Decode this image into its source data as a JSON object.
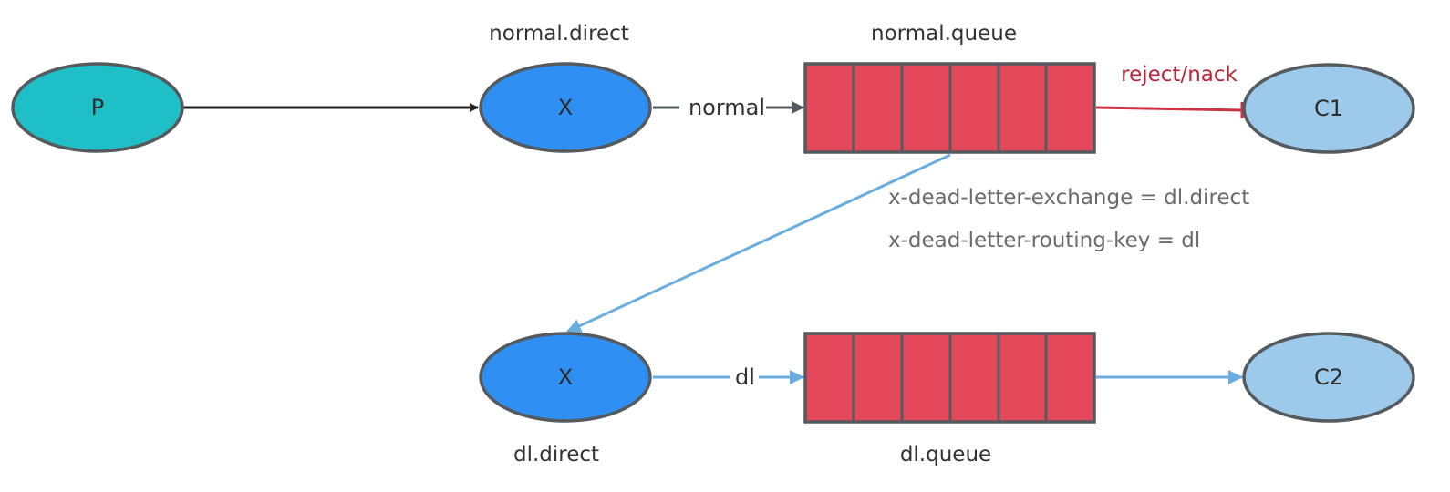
{
  "producer": {
    "label": "P"
  },
  "normal_exchange": {
    "label": "X",
    "caption": "normal.direct"
  },
  "normal_queue": {
    "caption": "normal.queue"
  },
  "consumer_1": {
    "label": "C1"
  },
  "dead_letter_exchange": {
    "label": "X",
    "caption": "dl.direct"
  },
  "dead_letter_queue": {
    "caption": "dl.queue"
  },
  "consumer_2": {
    "label": "C2"
  },
  "edges": {
    "normal_routing_key": "normal",
    "reject_label": "reject/nack",
    "dl_routing_key": "dl"
  },
  "queue_arguments": {
    "exchange_arg": "x-dead-letter-exchange = dl.direct",
    "routing_key_arg": "x-dead-letter-routing-key = dl"
  },
  "colors": {
    "producer": "#1ebfc7",
    "exchange": "#2f8ff2",
    "queue": "#e3495b",
    "consumer": "#9dcaeb",
    "outline": "#555a5e",
    "dead_letter_flow": "#6aaee0",
    "reject": "#cc3345",
    "publish_arrow": "#222222"
  }
}
